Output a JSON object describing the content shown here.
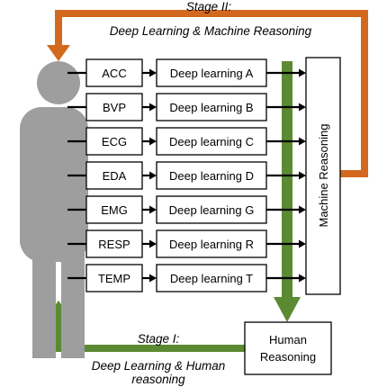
{
  "colors": {
    "stage2_arrow": "#d2691e",
    "stage1_arrow": "#5a8a32",
    "person": "#9e9e9e",
    "signal_arrow": "#000000"
  },
  "stage2": {
    "title": "Stage II:",
    "subtitle": "Deep Learning & Machine Reasoning"
  },
  "stage1": {
    "title": "Stage I:",
    "subtitle_line1": "Deep Learning & Human",
    "subtitle_line2": "reasoning"
  },
  "signals": [
    {
      "sensor": "ACC",
      "model": "Deep learning A"
    },
    {
      "sensor": "BVP",
      "model": "Deep learning B"
    },
    {
      "sensor": "ECG",
      "model": "Deep learning C"
    },
    {
      "sensor": "EDA",
      "model": "Deep learning D"
    },
    {
      "sensor": "EMG",
      "model": "Deep learning G"
    },
    {
      "sensor": "RESP",
      "model": "Deep learning R"
    },
    {
      "sensor": "TEMP",
      "model": "Deep learning T"
    }
  ],
  "machine_reasoning": {
    "label": "Machine Reasoning"
  },
  "human_reasoning": {
    "line1": "Human",
    "line2": "Reasoning"
  }
}
